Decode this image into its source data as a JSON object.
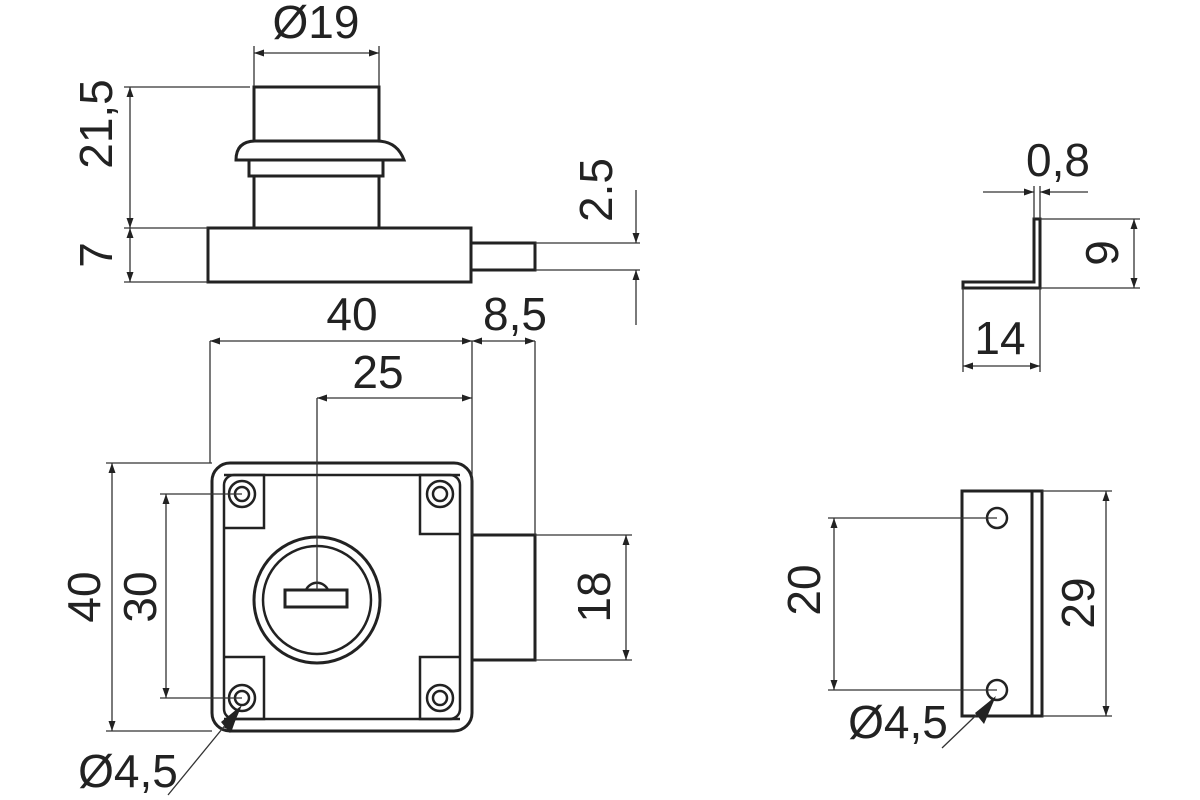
{
  "drawing": {
    "dimensions": {
      "top_cylinder_diameter": "Ø19",
      "cylinder_height": "21,5",
      "body_thickness": "7",
      "bolt_height": "2.5",
      "body_width": "40",
      "bolt_projection": "8,5",
      "key_offset": "25",
      "body_height": "40",
      "hole_spacing_vertical": "30",
      "bolt_width": "18",
      "mount_hole_diameter": "Ø4,5",
      "plate_thickness": "0,8",
      "bracket_height": "9",
      "bracket_width": "14",
      "strike_hole_spacing": "20",
      "strike_height": "29",
      "strike_hole_diameter": "Ø4,5"
    }
  }
}
